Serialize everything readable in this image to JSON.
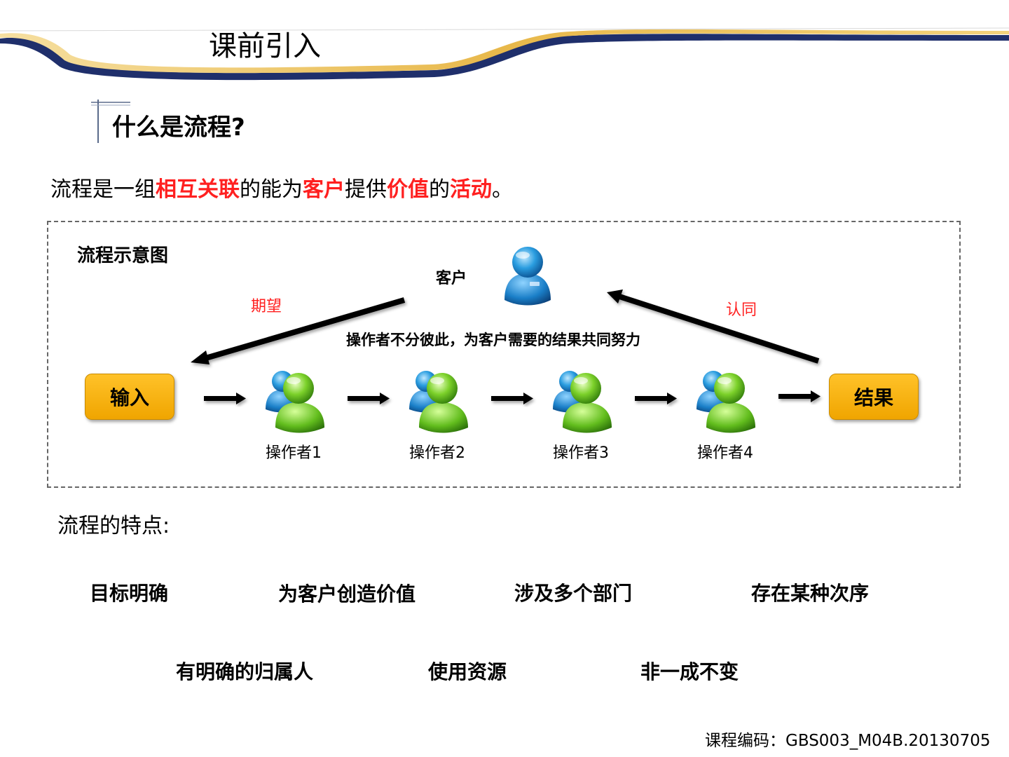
{
  "slide": {
    "title": "课前引入",
    "section_title": "什么是流程?",
    "definition": {
      "p1": "流程是一组",
      "h1": "相互关联",
      "p2": "的能为",
      "h2": "客户",
      "p3": "提供",
      "h3": "价值",
      "p4": "的",
      "h4": "活动",
      "p5": "。"
    }
  },
  "diagram": {
    "title": "流程示意图",
    "customer_label": "客户",
    "expect_label": "期望",
    "approve_label": "认同",
    "cooperate_label": "操作者不分彼此，为客户需要的结果共同努力",
    "input_label": "输入",
    "result_label": "结果",
    "operators": [
      "操作者1",
      "操作者2",
      "操作者3",
      "操作者4"
    ]
  },
  "features": {
    "title": "流程的特点:",
    "row1": [
      "目标明确",
      "为客户创造价值",
      "涉及多个部门",
      "存在某种次序"
    ],
    "row2": [
      "有明确的归属人",
      "使用资源",
      "非一成不变"
    ]
  },
  "footer": {
    "course_code": "课程编码：GBS003_M04B.20130705"
  },
  "colors": {
    "highlight": "#ff2020",
    "node_fill": "#f7b11a",
    "swoosh_navy": "#1f2f6b",
    "swoosh_gold": "#e8b84a"
  },
  "icons": {
    "customer": "customer-person-icon",
    "operator": "operator-group-icon"
  }
}
